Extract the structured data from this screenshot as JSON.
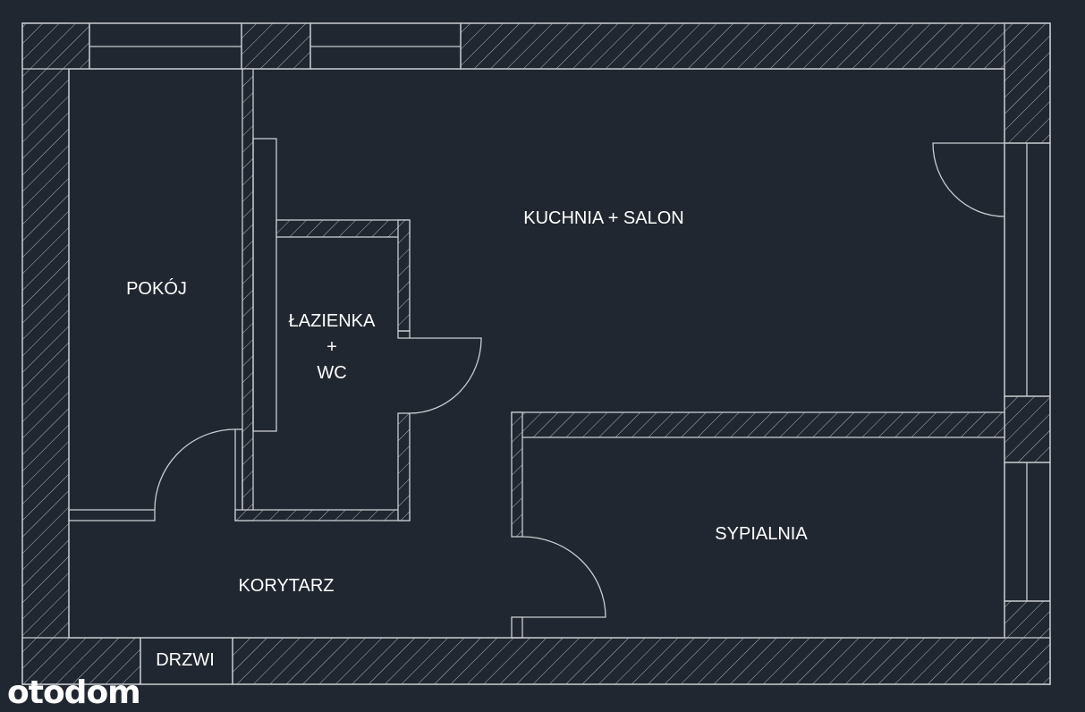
{
  "plan": {
    "rooms": {
      "kitchen_living": "KUCHNIA + SALON",
      "room": "POKÓJ",
      "bathroom_line1": "ŁAZIENKA",
      "bathroom_line2": "+",
      "bathroom_line3": "WC",
      "bedroom": "SYPIALNIA",
      "corridor": "KORYTARZ"
    },
    "entrance": "DRZWI"
  },
  "watermark": "otodom",
  "colors": {
    "background": "#212730",
    "lines": "#c9cdd2",
    "text": "#ffffff"
  }
}
